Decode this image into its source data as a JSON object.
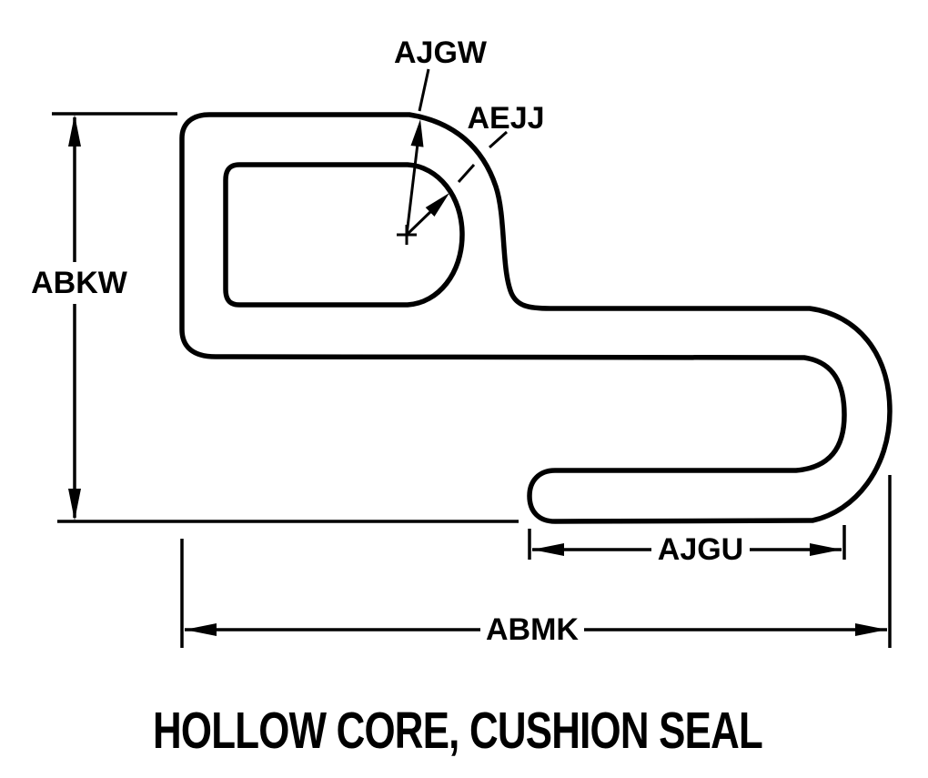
{
  "title": "HOLLOW CORE, CUSHION SEAL",
  "labels": {
    "wall_thickness": "AJGW",
    "core_radius": "AEJJ",
    "overall_height": "ABKW",
    "lip_length": "AJGU",
    "overall_width": "ABMK"
  },
  "colors": {
    "line": "#000000",
    "background": "#ffffff"
  }
}
